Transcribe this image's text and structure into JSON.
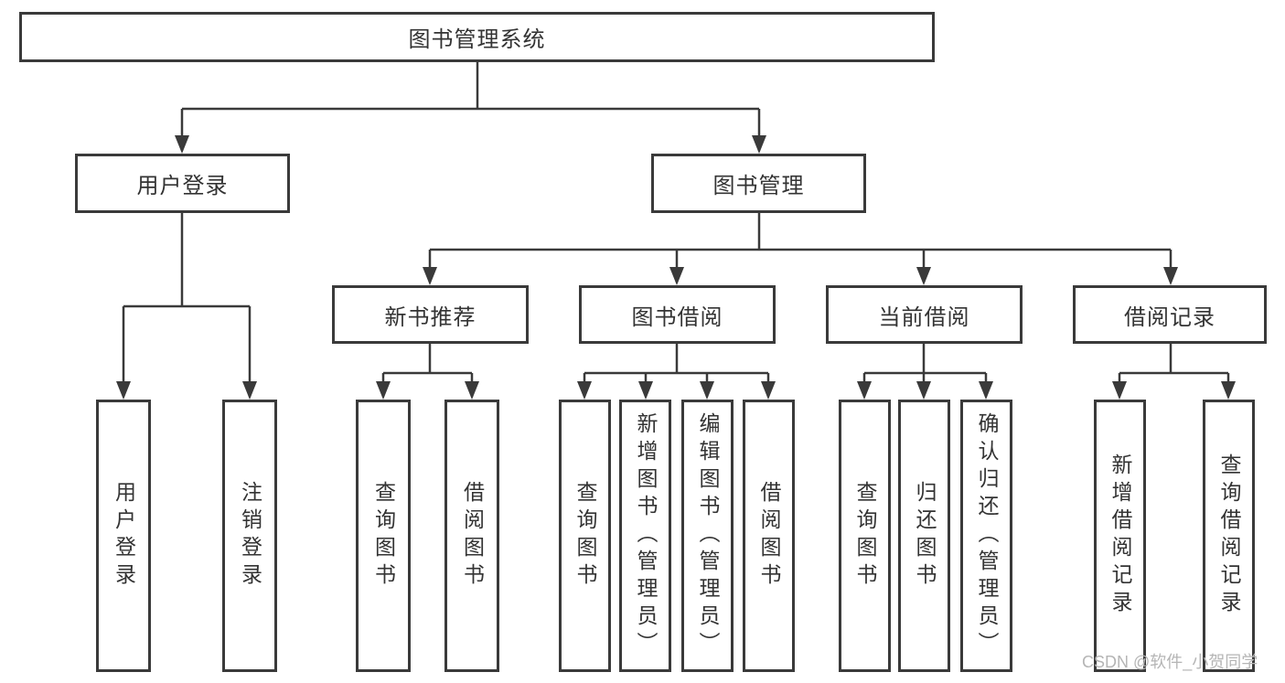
{
  "diagram": {
    "title": "图书管理系统",
    "nodes": {
      "root": "图书管理系统",
      "user_login": "用户登录",
      "book_mgmt": "图书管理",
      "new_rec": "新书推荐",
      "borrow": "图书借阅",
      "current": "当前借阅",
      "records": "借阅记录",
      "leaf_login": "用户登录",
      "leaf_logout": "注销登录",
      "leaf_rec_query": "查询图书",
      "leaf_rec_borrow": "借阅图书",
      "leaf_b_query": "查询图书",
      "leaf_b_add": "新增图书（管理员）",
      "leaf_b_edit": "编辑图书（管理员）",
      "leaf_b_borrow": "借阅图书",
      "leaf_c_query": "查询图书",
      "leaf_c_return": "归还图书",
      "leaf_c_confirm": "确认归还（管理员）",
      "leaf_r_add": "新增借阅记录",
      "leaf_r_query": "查询借阅记录"
    },
    "colors": {
      "line": "#3a3a3a",
      "text": "#333333",
      "watermark": "#b5b5b5"
    }
  },
  "watermark": "CSDN @软件_小贺同学"
}
